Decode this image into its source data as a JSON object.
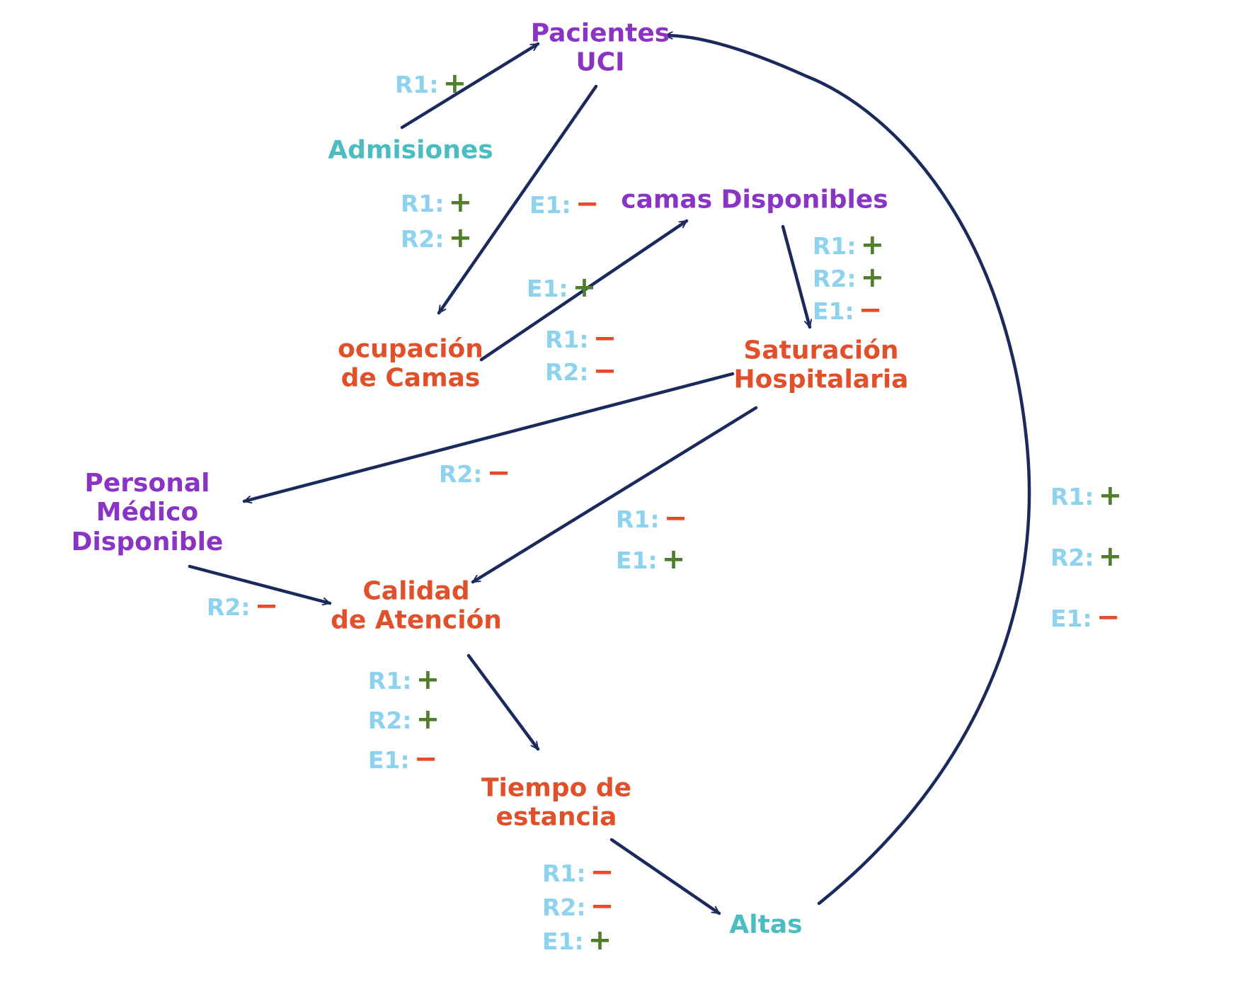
{
  "nodes": {
    "pacientes_uci": [
      "Pacientes",
      "UCI"
    ],
    "admisiones": [
      "Admisiones"
    ],
    "camas_disponibles": [
      "camas Disponibles"
    ],
    "ocupacion_camas": [
      "ocupación",
      "de Camas"
    ],
    "saturacion": [
      "Saturación",
      "Hospitalaria"
    ],
    "personal": [
      "Personal",
      "Médico",
      "Disponible"
    ],
    "calidad": [
      "Calidad",
      "de Atención"
    ],
    "tiempo": [
      "Tiempo de",
      "estancia"
    ],
    "altas": [
      "Altas"
    ]
  },
  "signs": {
    "positive": "+",
    "negative": "−"
  },
  "edge_labels": {
    "admisiones_pacientes": [
      {
        "key": "R1:",
        "sign": "+"
      }
    ],
    "pacientes_ocupacion": [
      {
        "key": "R1:",
        "sign": "+"
      },
      {
        "key": "R2:",
        "sign": "+"
      }
    ],
    "pacientes_ocupacion_e": [
      {
        "key": "E1:",
        "sign": "−"
      }
    ],
    "ocupacion_camas_e": [
      {
        "key": "E1:",
        "sign": "+"
      }
    ],
    "ocupacion_camas_r": [
      {
        "key": "R1:",
        "sign": "−"
      },
      {
        "key": "R2:",
        "sign": "−"
      }
    ],
    "camas_saturacion": [
      {
        "key": "R1:",
        "sign": "+"
      },
      {
        "key": "R2:",
        "sign": "+"
      },
      {
        "key": "E1:",
        "sign": "−"
      }
    ],
    "saturacion_personal": [
      {
        "key": "R2:",
        "sign": "−"
      }
    ],
    "saturacion_calidad": [
      {
        "key": "R1:",
        "sign": "−"
      },
      {
        "key": "E1:",
        "sign": "+"
      }
    ],
    "personal_calidad": [
      {
        "key": "R2:",
        "sign": "−"
      }
    ],
    "calidad_tiempo": [
      {
        "key": "R1:",
        "sign": "+"
      },
      {
        "key": "R2:",
        "sign": "+"
      },
      {
        "key": "E1:",
        "sign": "−"
      }
    ],
    "tiempo_altas": [
      {
        "key": "R1:",
        "sign": "−"
      },
      {
        "key": "R2:",
        "sign": "−"
      },
      {
        "key": "E1:",
        "sign": "+"
      }
    ],
    "altas_pacientes": [
      {
        "key": "R1:",
        "sign": "+"
      },
      {
        "key": "R2:",
        "sign": "+"
      },
      {
        "key": "E1:",
        "sign": "−"
      }
    ]
  },
  "colors": {
    "arrow": "#1a2a5c",
    "node_purple": "#8a34c4",
    "node_orange": "#e0502b",
    "node_teal": "#4bbcc0",
    "label_key": "#8dd3f0",
    "sign_positive": "#4f7f2c",
    "sign_negative": "#e84a2a"
  }
}
